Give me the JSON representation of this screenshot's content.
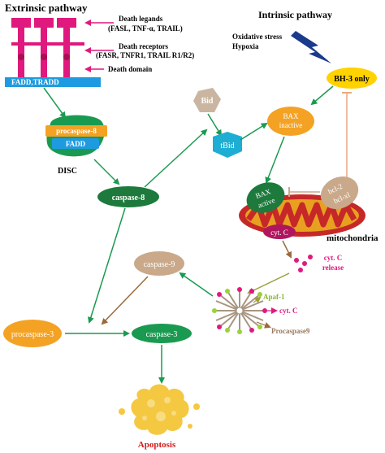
{
  "extrinsic": {
    "title": "Extrinsic pathway",
    "death_ligands_label": "Death legands",
    "death_ligands_list": "(FASL, TNF-α, TRAIL)",
    "death_receptors_label": "Death receptors",
    "death_receptors_list": "(FASR, TNFR1, TRAIL R1/R2)",
    "death_domain_label": "Death domain",
    "adaptor_label": "FADD,TRADD",
    "procaspase8": "procaspase-8",
    "fadd": "FADD",
    "disc": "DISC",
    "caspase8": "caspase-8"
  },
  "intrinsic": {
    "title": "Intrinsic pathway",
    "stress_line1": "Oxidative stress",
    "stress_line2": "Hypoxia",
    "bh3": "BH-3 only",
    "bax_inactive_line1": "BAX",
    "bax_inactive_line2": "inactive",
    "bid": "Bid",
    "tbid": "tBid",
    "bax_active_line1": "BAX",
    "bax_active_line2": "active",
    "bcl2": "bcl-2",
    "bclxl": "bcl-xl",
    "cytc": "cyt. C",
    "mitochondria": "mitochondria",
    "cytc_release_line1": "cyt. C",
    "cytc_release_line2": "release"
  },
  "apoptosome": {
    "apaf1": "Apaf-1",
    "cytc": "cyt. C",
    "procaspase9": "Procaspase9",
    "caspase9": "caspase-9"
  },
  "execution": {
    "procaspase3": "procaspase-3",
    "caspase3": "caspase-3",
    "apoptosis": "Apoptosis"
  },
  "colors": {
    "magenta": "#e0197e",
    "green": "#1a9a50",
    "dark_green": "#1d7a3c",
    "orange": "#f4a224",
    "blue": "#1e9be0",
    "yellow": "#ffd200",
    "tan": "#c9a98a",
    "mito_red": "#c62828",
    "navy": "#1a3a8c",
    "apoptosis_red": "#d21a1a"
  }
}
